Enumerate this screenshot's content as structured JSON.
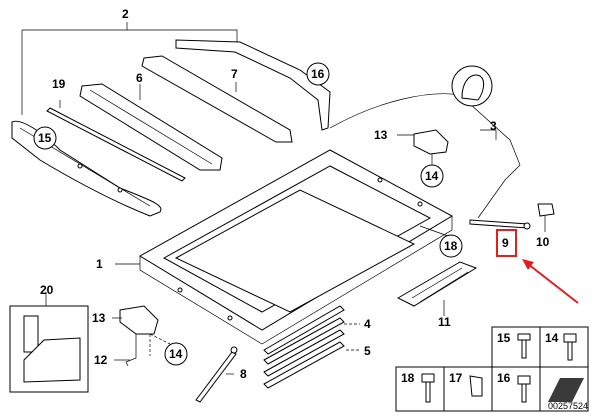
{
  "callouts": {
    "c1": "1",
    "c2": "2",
    "c3": "3",
    "c4": "4",
    "c5": "5",
    "c6": "6",
    "c7": "7",
    "c8": "8",
    "c9": "9",
    "c10": "10",
    "c11": "11",
    "c12": "12",
    "c13a": "13",
    "c13b": "13",
    "c14a": "14",
    "c14b": "14",
    "c15": "15",
    "c16": "16",
    "c18": "18",
    "c19": "19",
    "c20": "20"
  },
  "parts_table": {
    "cells": [
      "15",
      "14",
      "18",
      "17",
      "16"
    ]
  },
  "highlight": {
    "color": "#e02020",
    "part_label": "9"
  },
  "document_number": "00257524"
}
